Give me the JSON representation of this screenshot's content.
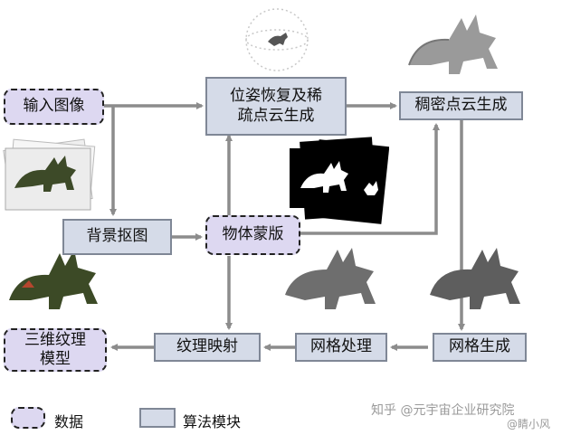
{
  "nodes": {
    "input_image": "输入图像",
    "pose_sparse": "位姿恢复及稀疏点云生成",
    "dense_cloud": "稠密点云生成",
    "bg_matting": "背景抠图",
    "object_mask": "物体蒙版",
    "texture_map": "纹理映射",
    "mesh_process": "网格处理",
    "mesh_gen": "网格生成",
    "textured_model": "三维纹理模型"
  },
  "legend": {
    "data_label": "数据",
    "algo_label": "算法模块"
  },
  "watermark": {
    "line1": "知乎 @元宇宙企业研究院",
    "line2": "@睛小风"
  },
  "colors": {
    "algo_fill": "#d5dbe8",
    "data_fill": "#ddd8f1",
    "arrow": "#8c8c8c"
  }
}
